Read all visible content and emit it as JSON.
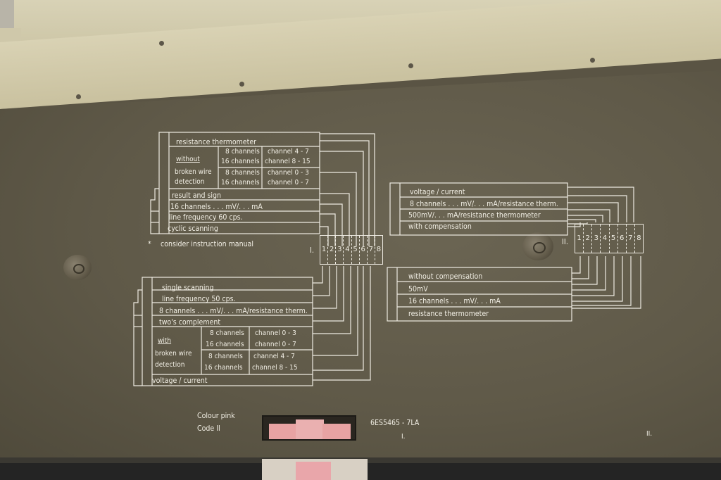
{
  "block_top_left": {
    "resistance_thermometer": "resistance thermometer",
    "without": "without",
    "broken_wire": "broken wire",
    "detection": "detection",
    "ch8_a": "8 channels",
    "ch16_a": "16 channels",
    "ch8_b": "8 channels",
    "ch16_b": "16 channels",
    "channel_4_7": "channel 4 - 7",
    "channel_8_15": "channel 8 - 15",
    "channel_0_3": "channel 0 - 3",
    "channel_0_7": "channel 0 - 7",
    "result_and_sign": "result and sign",
    "sixteen_mv_ma": "16 channels . . . mV/. . . mA",
    "line_freq_60": "line frequency 60 cps.",
    "cyclic_scanning": "cyclic scanning",
    "note": "consider instruction manual"
  },
  "block_bottom_left": {
    "single_scanning": "single scanning",
    "line_freq_50": "line frequency 50 cps.",
    "eight_mv_ma_rt": "8 channels . . . mV/. . . mA/resistance therm.",
    "twos_complement": "two's complement",
    "with": "with",
    "broken_wire": "broken wire",
    "detection": "detection",
    "ch8_a": "8 channels",
    "ch16_a": "16 channels",
    "ch8_b": "8 channels",
    "ch16_b": "16 channels",
    "channel_0_3": "channel 0 - 3",
    "channel_0_7": "channel 0 - 7",
    "channel_4_7": "channel 4 - 7",
    "channel_8_15": "channel 8 - 15",
    "voltage_current": "voltage / current"
  },
  "block_top_right": {
    "voltage_current": "voltage / current",
    "eight_mv_ma_rt": "8 channels . . . mV/. . . mA/resistance therm.",
    "fivehundred": "500mV/. . . mA/resistance thermometer",
    "with_compensation": "with compensation"
  },
  "block_bottom_right": {
    "without_compensation": "without compensation",
    "fifty_mv": "50mV",
    "sixteen_mv_ma": "16 channels . . . mV/. . . mA",
    "resistance_thermometer": "resistance thermometer"
  },
  "switch_I": {
    "label": "I.",
    "positions": [
      "1",
      "2",
      "3",
      "4",
      "5",
      "6",
      "7",
      "8"
    ]
  },
  "switch_II": {
    "label": "II.",
    "positions": [
      "1",
      "2",
      "3",
      "4",
      "5",
      "6",
      "7",
      "8"
    ]
  },
  "footer": {
    "colour": "Colour pink",
    "code": "Code II",
    "part_number": "6ES5465 - 7LA",
    "mark_I": "I.",
    "mark_II": "II."
  }
}
